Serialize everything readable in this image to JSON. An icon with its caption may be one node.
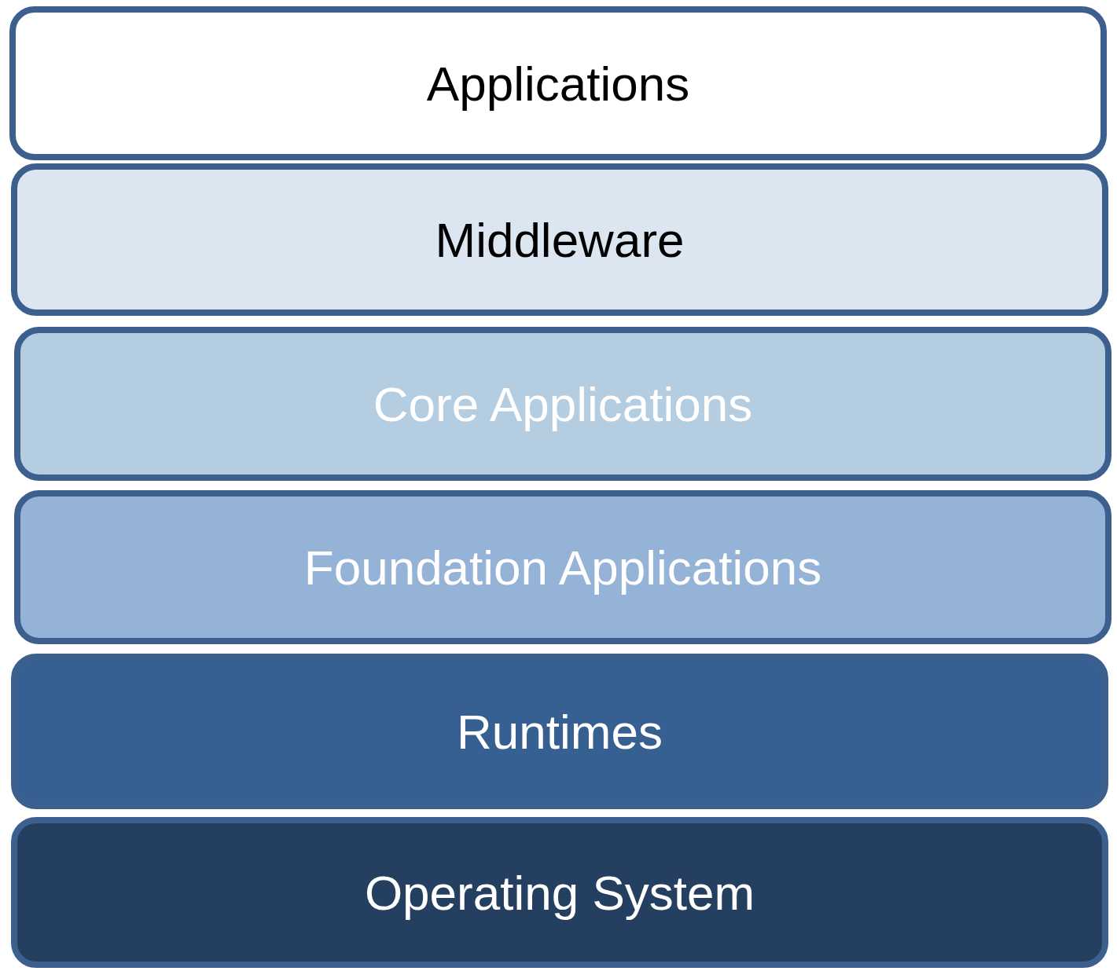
{
  "diagram": {
    "nodes": [
      {
        "text": [
          "Applications"
        ]
      },
      {
        "text": [
          "Middleware"
        ]
      },
      {
        "text": [
          "Core Applications"
        ]
      },
      {
        "text": [
          "Foundation Applications"
        ]
      },
      {
        "text": [
          "Runtimes"
        ]
      },
      {
        "text": [
          "Operating System"
        ]
      }
    ]
  }
}
